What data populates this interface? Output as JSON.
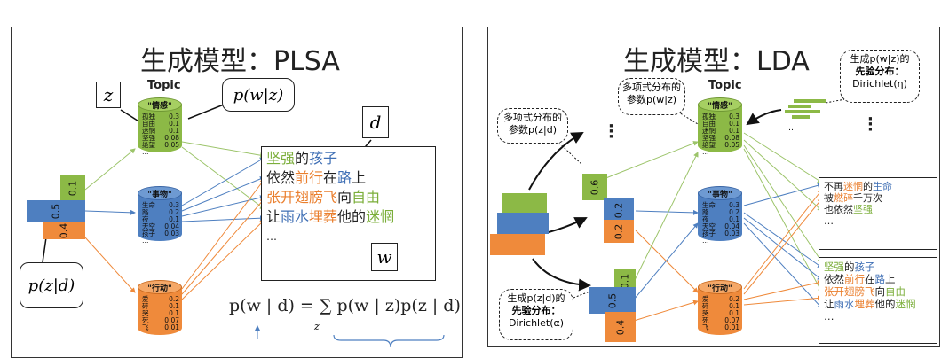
{
  "left": {
    "title": "生成模型：PLSA",
    "topic_header": "Topic",
    "notes": {
      "z": "z",
      "pwz": "p(w|z)",
      "d": "d",
      "w": "w",
      "pzd": "p(z|d)"
    },
    "bars": [
      "0.1",
      "0.5",
      "0.4"
    ],
    "topics": [
      {
        "name": "\"情感\"",
        "words": [
          [
            "孤独",
            "0.3"
          ],
          [
            "自由",
            "0.1"
          ],
          [
            "迷惘",
            "0.1"
          ],
          [
            "坚强",
            "0.08"
          ],
          [
            "绝望",
            "0.05"
          ],
          [
            "…",
            ""
          ]
        ]
      },
      {
        "name": "\"事物\"",
        "words": [
          [
            "生命",
            "0.3"
          ],
          [
            "路",
            "0.2"
          ],
          [
            "夜",
            "0.1"
          ],
          [
            "天空",
            "0.04"
          ],
          [
            "孩子",
            "0.03"
          ],
          [
            "…",
            ""
          ]
        ]
      },
      {
        "name": "\"行动\"",
        "words": [
          [
            "爱",
            "0.2"
          ],
          [
            "碎",
            "0.1"
          ],
          [
            "哭",
            "0.1"
          ],
          [
            "死",
            "0.07"
          ],
          [
            "飞",
            "0.01"
          ]
        ]
      }
    ],
    "formula": "p(w | d) = ∑ p(w | z)p(z | d)",
    "formula_sub": "z"
  },
  "right": {
    "title": "生成模型：LDA",
    "topic_header": "Topic",
    "note_multinomial_wz": "多项式分布的参数p(w|z)",
    "note_multinomial_zd": "多项式分布的参数p(z|d)",
    "note_prior_wz_lines": [
      "生成p(w|z)的",
      "先验分布：",
      "Dirichlet(η)"
    ],
    "note_prior_zd_lines": [
      "生成p(z|d)的",
      "先验分布：",
      "Dirichlet(α)"
    ],
    "bars_doc1": [
      "0.6",
      "0.2",
      "0.2"
    ],
    "bars_doc2": [
      "0.1",
      "0.5",
      "0.4"
    ],
    "topics": [
      {
        "name": "\"情感\"",
        "words": [
          [
            "孤独",
            "0.3"
          ],
          [
            "自由",
            "0.1"
          ],
          [
            "迷惘",
            "0.1"
          ],
          [
            "坚强",
            "0.08"
          ],
          [
            "绝望",
            "0.05"
          ],
          [
            "…",
            ""
          ]
        ]
      },
      {
        "name": "\"事物\"",
        "words": [
          [
            "生命",
            "0.3"
          ],
          [
            "路",
            "0.2"
          ],
          [
            "夜",
            "0.1"
          ],
          [
            "天空",
            "0.04"
          ],
          [
            "孩子",
            "0.03"
          ],
          [
            "…",
            ""
          ]
        ]
      },
      {
        "name": "\"行动\"",
        "words": [
          [
            "爱",
            "0.2"
          ],
          [
            "碎",
            "0.1"
          ],
          [
            "哭",
            "0.1"
          ],
          [
            "死",
            "0.07"
          ],
          [
            "飞",
            "0.01"
          ]
        ]
      }
    ],
    "ellipsis": "…"
  }
}
